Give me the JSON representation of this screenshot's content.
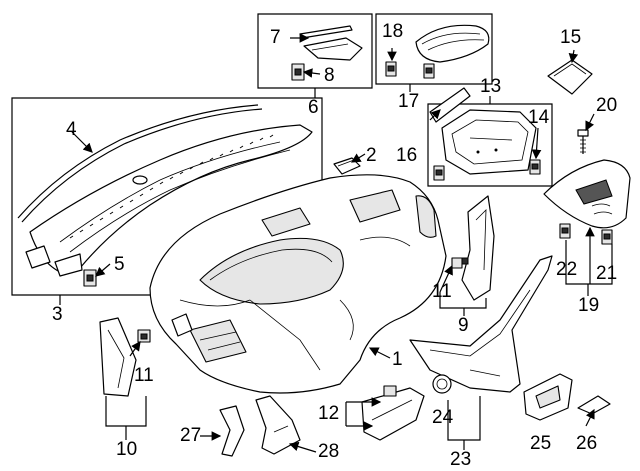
{
  "callouts": {
    "c1": "1",
    "c2": "2",
    "c3": "3",
    "c4": "4",
    "c5": "5",
    "c6": "6",
    "c7": "7",
    "c8": "8",
    "c9": "9",
    "c10": "10",
    "c11a": "11",
    "c11b": "11",
    "c12": "12",
    "c13": "13",
    "c14": "14",
    "c15": "15",
    "c16": "16",
    "c17": "17",
    "c18": "18",
    "c19": "19",
    "c20": "20",
    "c21": "21",
    "c22": "22",
    "c23": "23",
    "c24": "24",
    "c25": "25",
    "c26": "26",
    "c27": "27",
    "c28": "28"
  }
}
